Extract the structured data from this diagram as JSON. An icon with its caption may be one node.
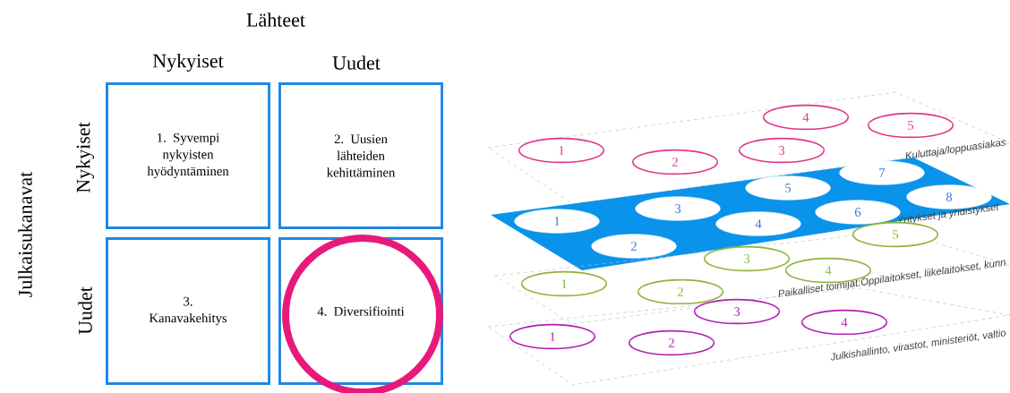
{
  "diagram": {
    "nodes": [
      {
        "text": [
          "1. Syvempi nykyisten hyödyntäminen"
        ]
      },
      {
        "text": [
          "2. Uusien lähteiden kehittäminen"
        ]
      },
      {
        "text": [
          "3. Kanavakehitys"
        ]
      },
      {
        "text": [
          "4. Diversifiointi"
        ]
      },
      {
        "text": [],
        "shape": "circle"
      },
      {
        "text": [
          "Kuluttaja/loppuasiakas"
        ]
      },
      {
        "text": [
          "1"
        ],
        "in": 5
      },
      {
        "text": [
          "2"
        ],
        "in": 5
      },
      {
        "text": [
          "3"
        ],
        "in": 5
      },
      {
        "text": [
          "4"
        ],
        "in": 5
      },
      {
        "text": [
          "5"
        ],
        "in": 5
      },
      {
        "text": [
          "Yritykset ja yhdistykset"
        ]
      },
      {
        "text": [
          "1"
        ],
        "in": 11
      },
      {
        "text": [
          "2"
        ],
        "in": 11
      },
      {
        "text": [
          "3"
        ],
        "in": 11
      },
      {
        "text": [
          "4"
        ],
        "in": 11
      },
      {
        "text": [
          "5"
        ],
        "in": 11
      },
      {
        "text": [
          "6"
        ],
        "in": 11
      },
      {
        "text": [
          "7"
        ],
        "in": 11
      },
      {
        "text": [
          "8"
        ],
        "in": 11
      },
      {
        "text": [
          "Paikalliset toimijat:Oppilaitokset, liikelaitokset, kunn"
        ]
      },
      {
        "text": [
          "1"
        ],
        "in": 20
      },
      {
        "text": [
          "2"
        ],
        "in": 20
      },
      {
        "text": [
          "3"
        ],
        "in": 20
      },
      {
        "text": [
          "4"
        ],
        "in": 20
      },
      {
        "text": [
          "5"
        ],
        "in": 20
      },
      {
        "text": [
          "Julkishallinto, virastot, ministeriöt, valtio"
        ]
      },
      {
        "text": [
          "1"
        ],
        "in": 26
      },
      {
        "text": [
          "2"
        ],
        "in": 26
      },
      {
        "text": [
          "3"
        ],
        "in": 26
      },
      {
        "text": [
          "4"
        ],
        "in": 26
      }
    ],
    "labels": [
      "Lähteet",
      "Nykyiset",
      "Uudet",
      "Julkaisukanavat",
      "Nykyiset",
      "Uudet"
    ]
  }
}
